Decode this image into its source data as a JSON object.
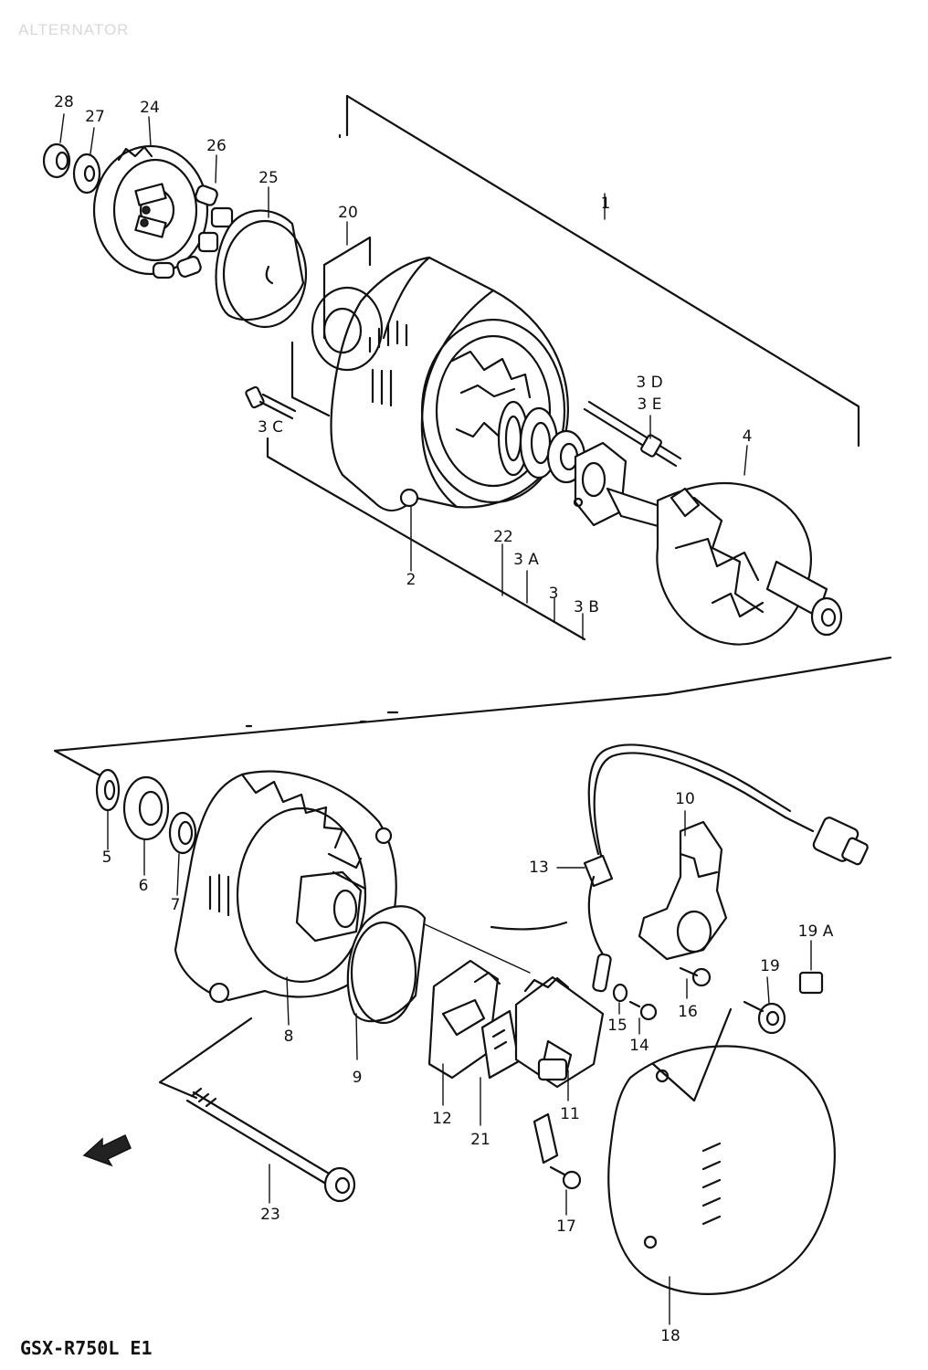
{
  "header_title": "ALTERNATOR",
  "model_code": "GSX-R750L E1",
  "parts": {
    "p1": "1",
    "p2": "2",
    "p3": "3",
    "p3A": "3 A",
    "p3B": "3 B",
    "p3C": "3 C",
    "p3D": "3 D",
    "p3E": "3 E",
    "p4": "4",
    "p5": "5",
    "p6": "6",
    "p7": "7",
    "p8": "8",
    "p9": "9",
    "p10": "10",
    "p11": "11",
    "p12": "12",
    "p13": "13",
    "p14": "14",
    "p15": "15",
    "p16": "16",
    "p17": "17",
    "p18": "18",
    "p19": "19",
    "p19A": "19 A",
    "p20": "20",
    "p21": "21",
    "p22": "22",
    "p23": "23",
    "p24": "24",
    "p25": "25",
    "p26": "26",
    "p27": "27",
    "p28": "28"
  }
}
